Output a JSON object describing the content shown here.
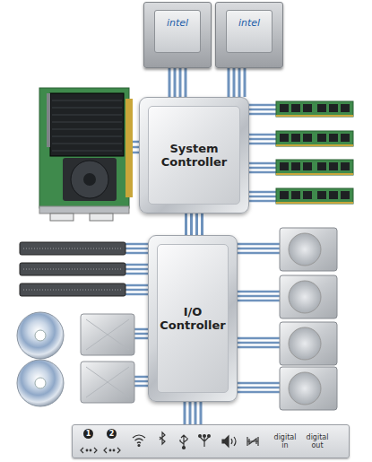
{
  "diagram": {
    "nodes": [
      {
        "text": [
          "intel"
        ]
      },
      {
        "text": [
          "intel"
        ]
      },
      {
        "text": [
          "System Controller"
        ]
      },
      {
        "text": [
          "I/O Controller"
        ]
      },
      {
        "text": [
          "1",
          "2",
          "digital in",
          "digital out"
        ]
      }
    ],
    "edges": [
      {
        "from": 0,
        "to": 2,
        "arrow": "none"
      },
      {
        "from": 1,
        "to": 2,
        "arrow": "none"
      },
      {
        "from": 2,
        "to": 3,
        "arrow": "none"
      },
      {
        "from": 3,
        "to": 4,
        "arrow": "none"
      }
    ]
  }
}
